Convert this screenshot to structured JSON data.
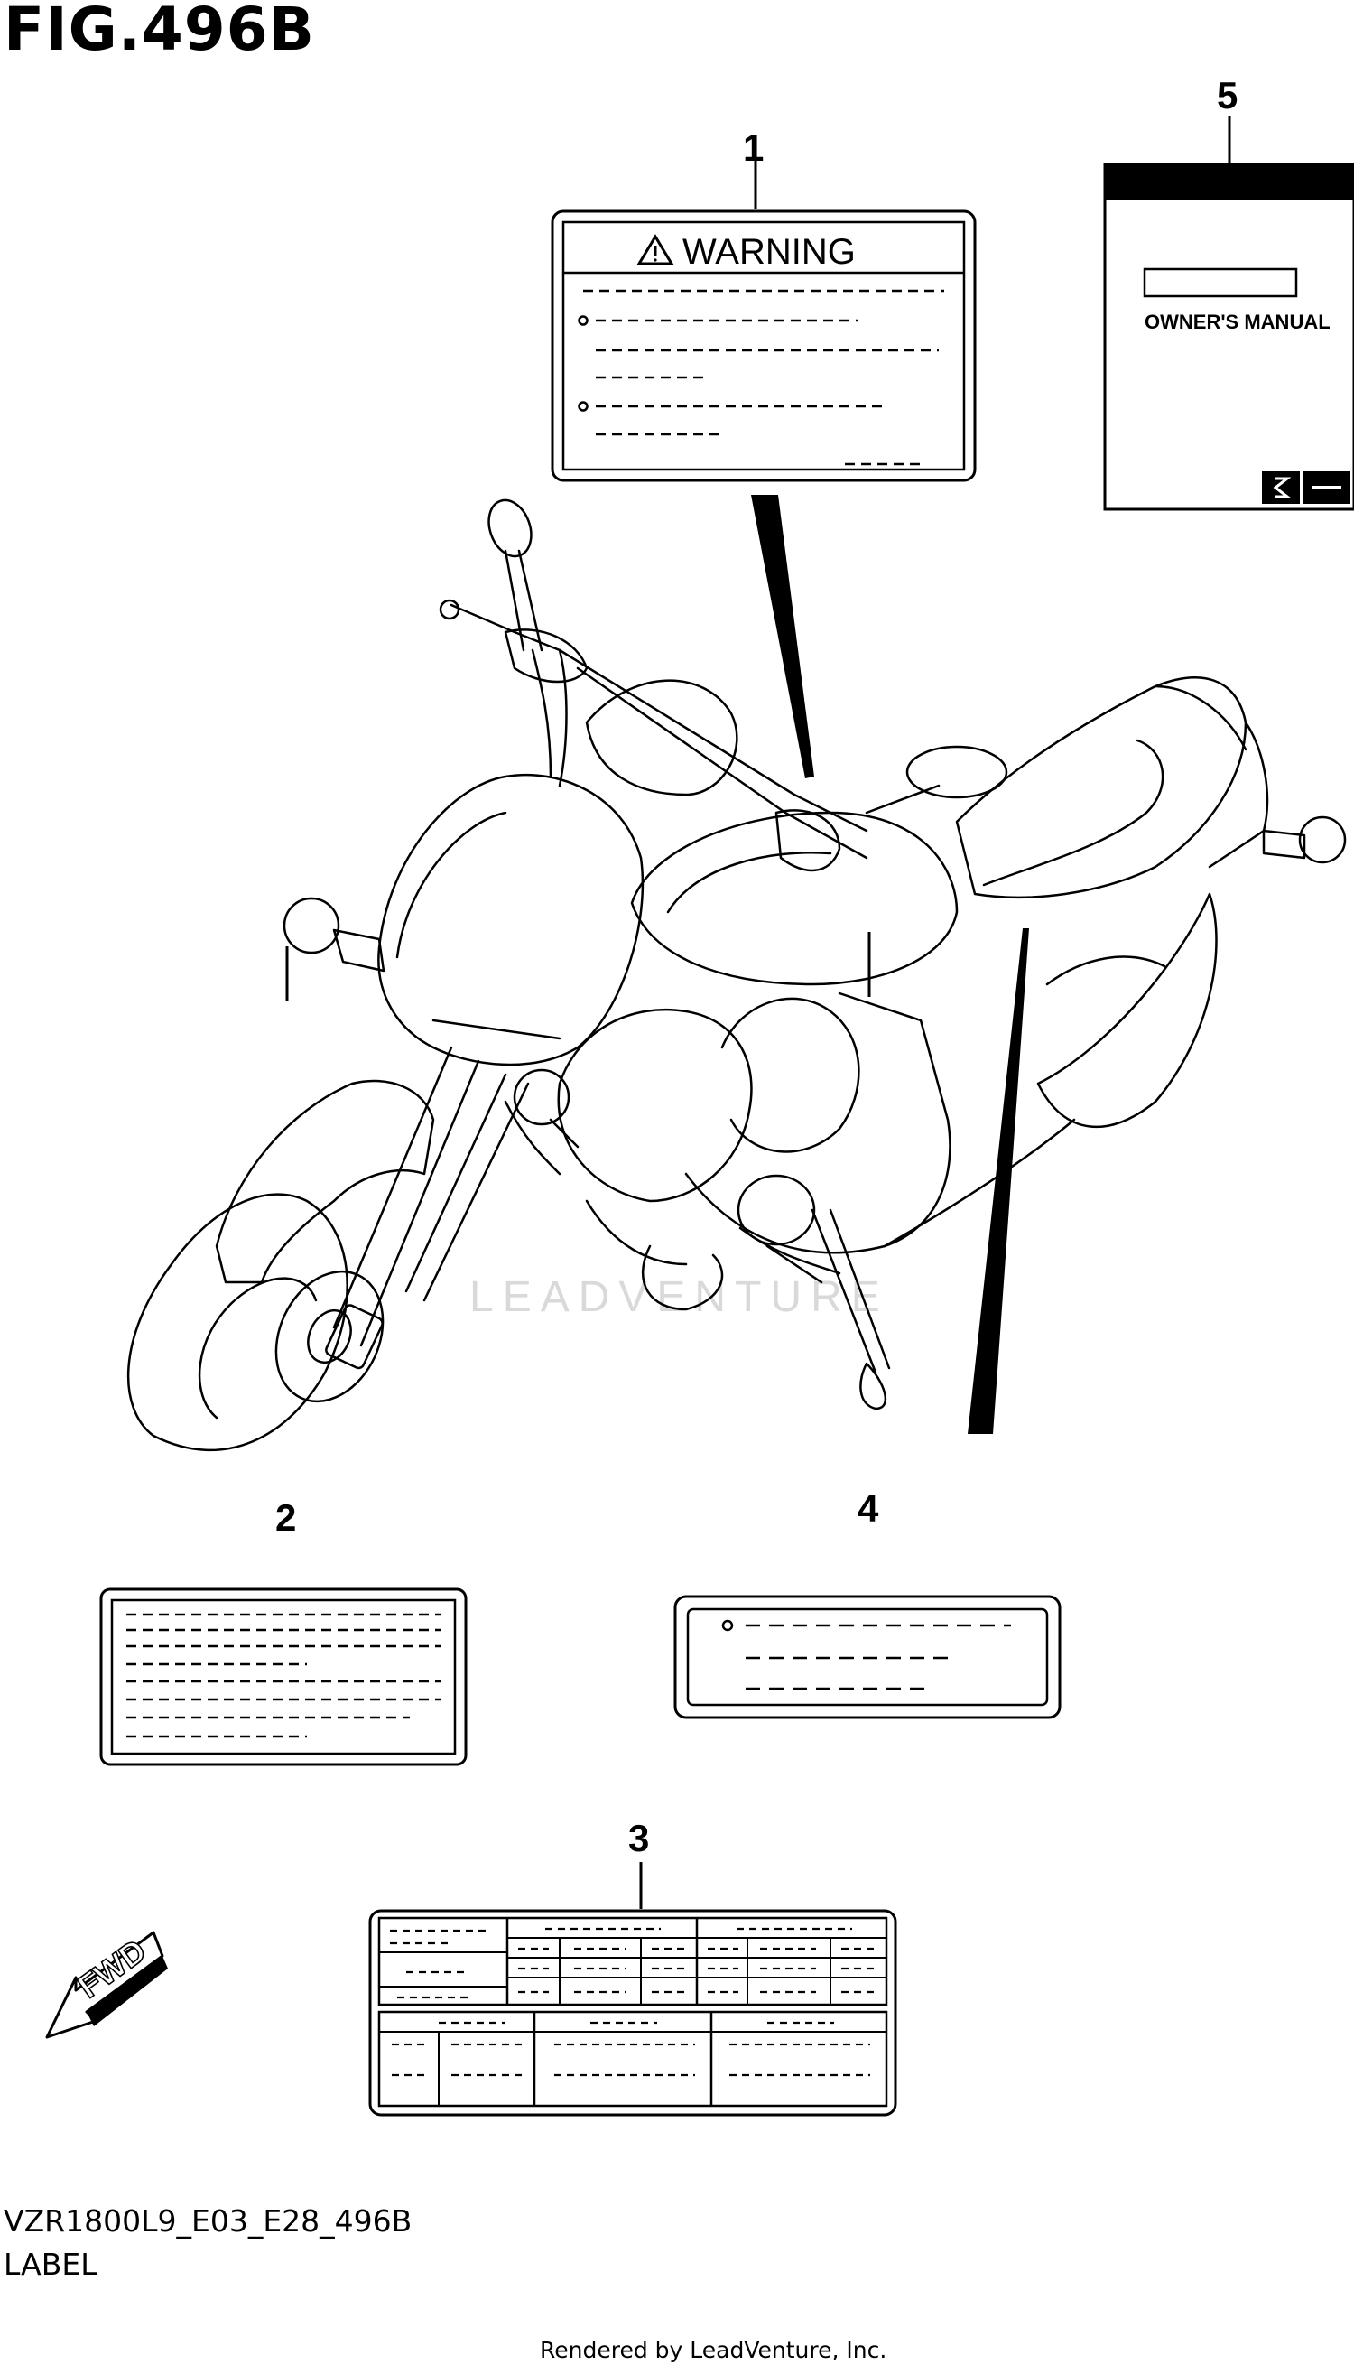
{
  "figure": {
    "title": "FIG.496B",
    "model_code": "VZR1800L9_E03_E28_496B",
    "section": "LABEL",
    "credit": "Rendered by LeadVenture, Inc.",
    "watermark": "LEADVENTURE"
  },
  "callouts": [
    "1",
    "2",
    "3",
    "4",
    "5"
  ],
  "labels": {
    "warning": {
      "heading": "WARNING"
    },
    "manual": {
      "text": "OWNER'S MANUAL"
    },
    "direction": {
      "text": "FWD"
    }
  },
  "colors": {
    "ink": "#000000",
    "paper": "#ffffff",
    "watermark": "#d9d9d9"
  }
}
